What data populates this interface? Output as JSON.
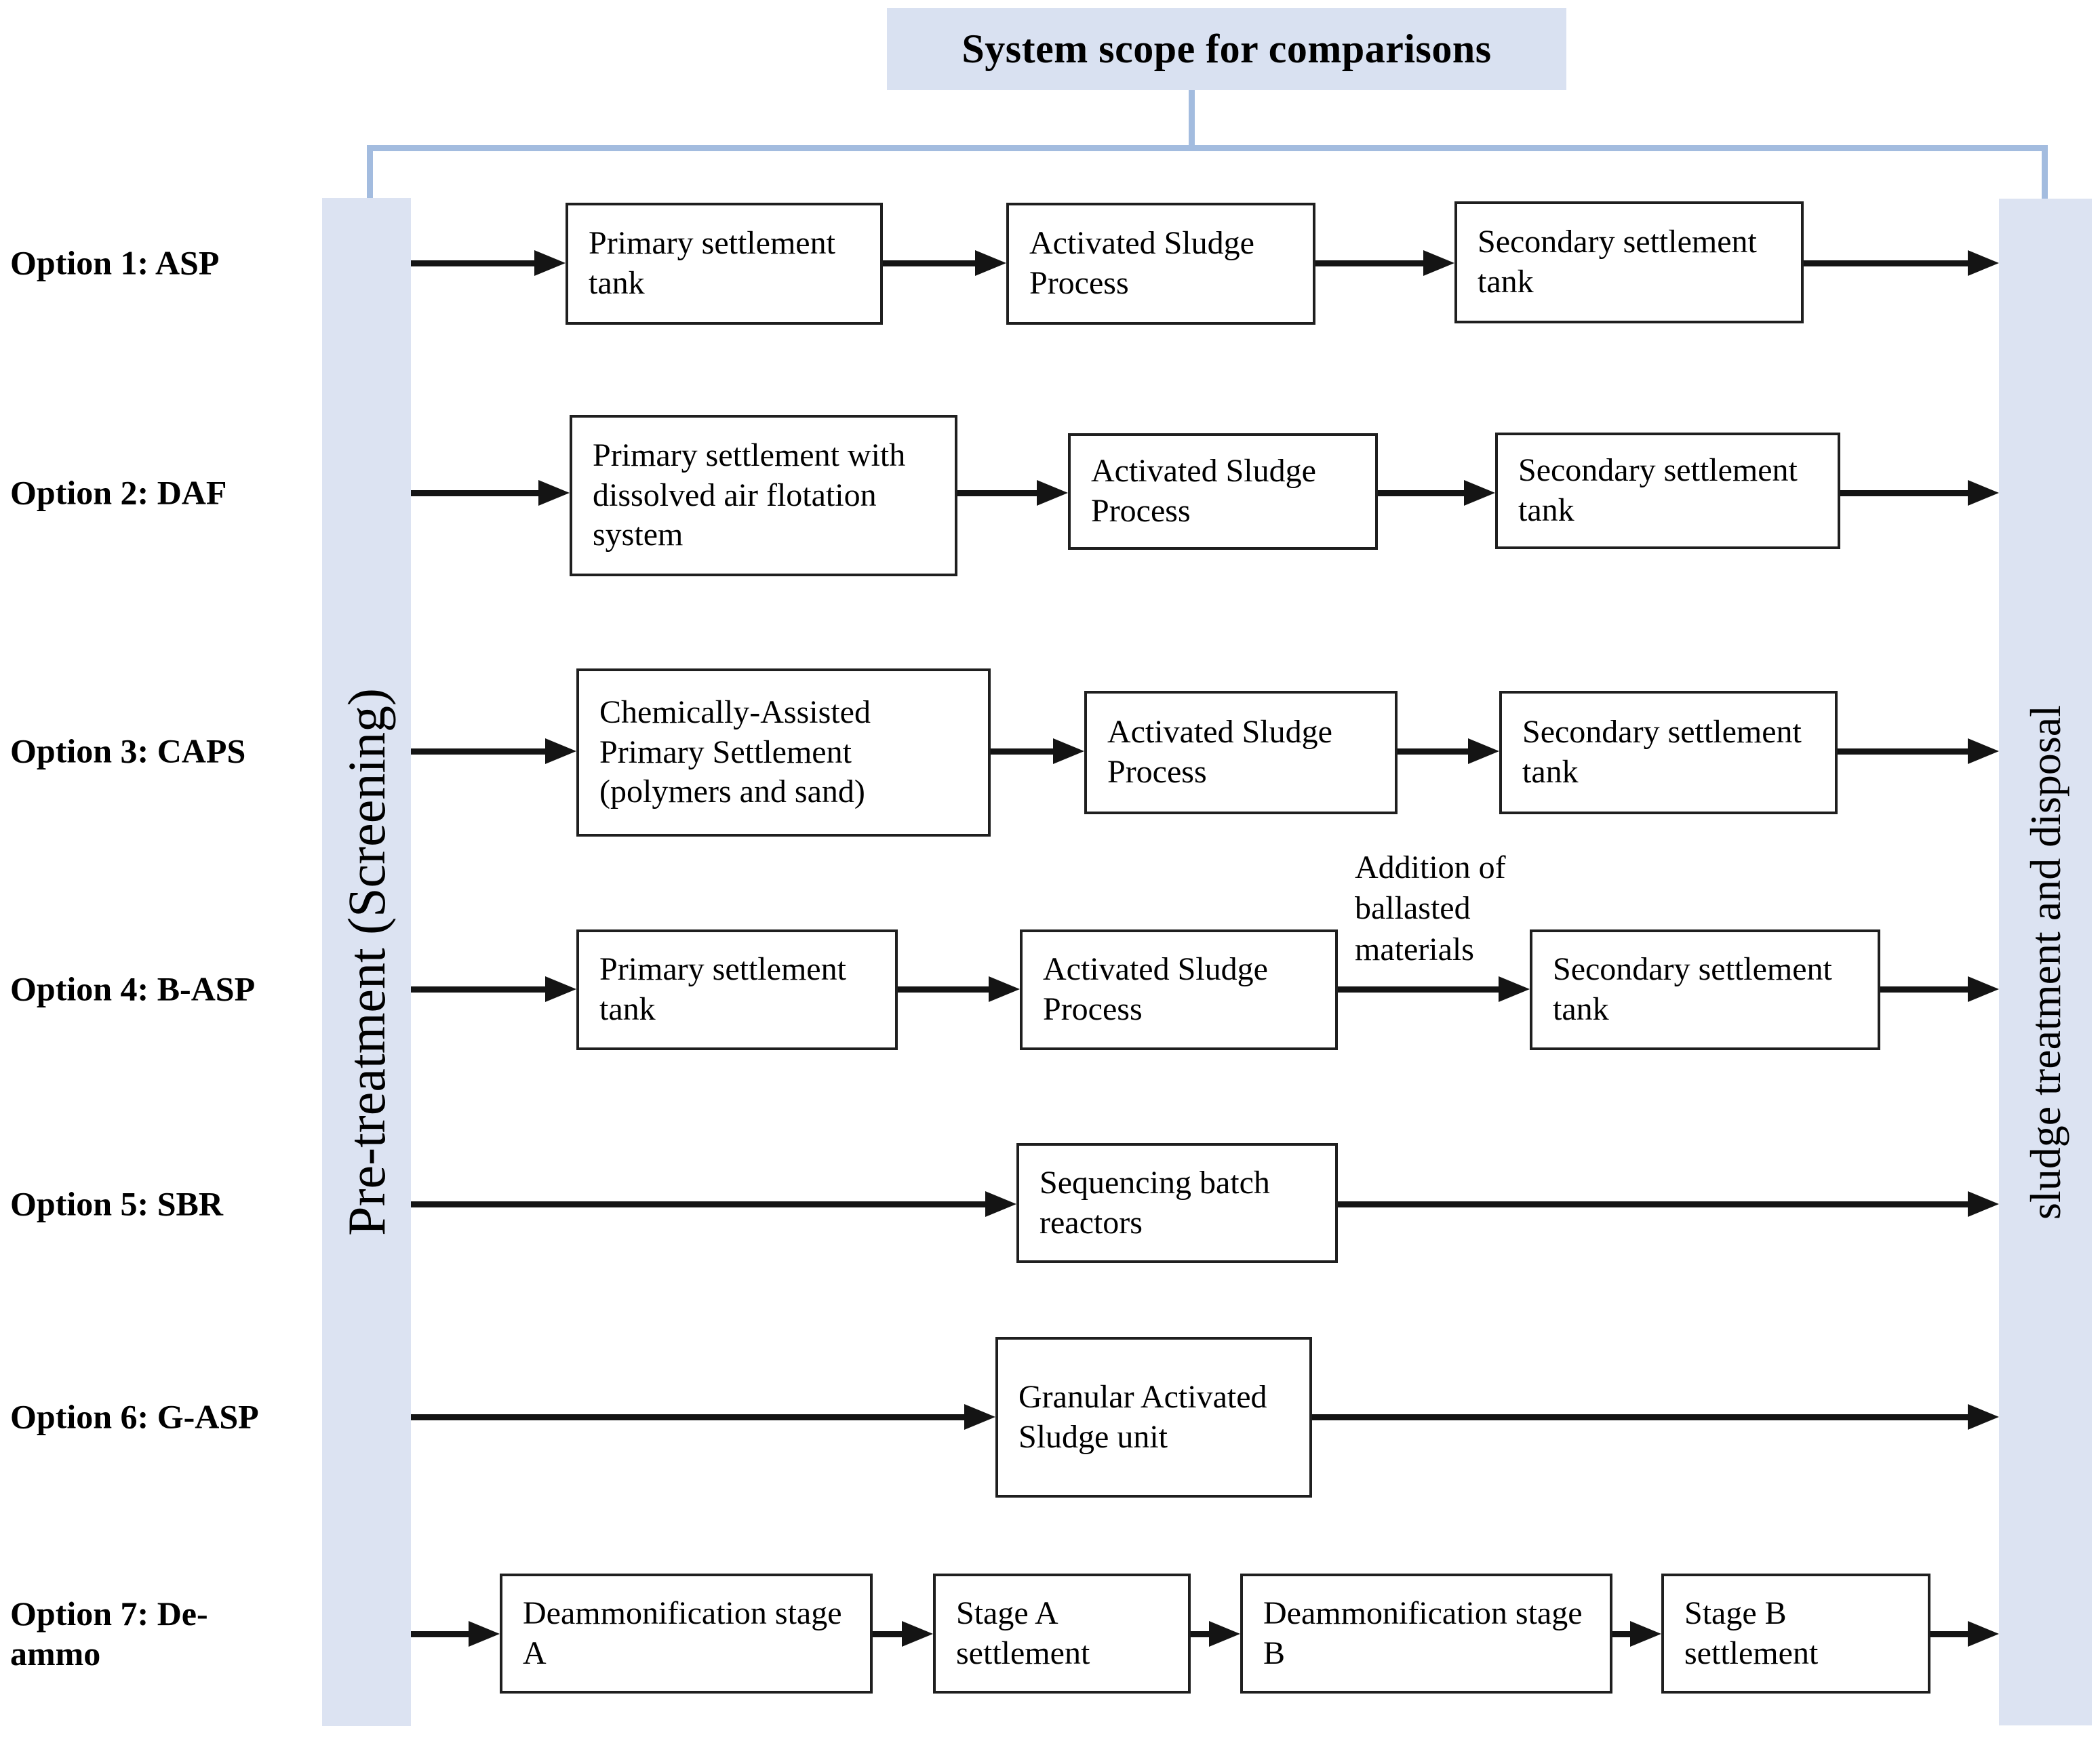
{
  "title": "System scope for comparisons",
  "pretreatment_column": {
    "label": "Pre-treatment (Screening)"
  },
  "sludge_column": {
    "label": "sludge treatment and disposal"
  },
  "colors": {
    "panel_fill": "#dce3f2",
    "title_fill": "#d9e1f1",
    "bracket_line": "#a3bcdf",
    "arrow": "#141414",
    "box_border": "#1f1f1f"
  },
  "options": [
    {
      "label": "Option 1: ASP",
      "boxes": [
        "Primary settlement tank",
        "Activated Sludge Process",
        "Secondary settlement tank"
      ]
    },
    {
      "label": "Option 2: DAF",
      "boxes": [
        "Primary settlement with dissolved air flotation system",
        "Activated Sludge Process",
        "Secondary settlement tank"
      ]
    },
    {
      "label": "Option 3: CAPS",
      "boxes": [
        "Chemically-Assisted Primary Settlement (polymers and sand)",
        "Activated Sludge Process",
        "Secondary settlement tank"
      ]
    },
    {
      "label": "Option 4: B-ASP",
      "boxes": [
        "Primary settlement tank",
        "Activated Sludge Process",
        "Secondary settlement tank"
      ],
      "annotation": "Addition of ballasted materials"
    },
    {
      "label": "Option 5: SBR",
      "boxes": [
        "Sequencing batch reactors"
      ]
    },
    {
      "label": "Option 6: G-ASP",
      "boxes": [
        "Granular Activated Sludge unit"
      ]
    },
    {
      "label": "Option 7: De-ammo",
      "boxes": [
        "Deammonification stage A",
        "Stage A settlement",
        "Deammonification stage B",
        "Stage B settlement"
      ]
    }
  ]
}
